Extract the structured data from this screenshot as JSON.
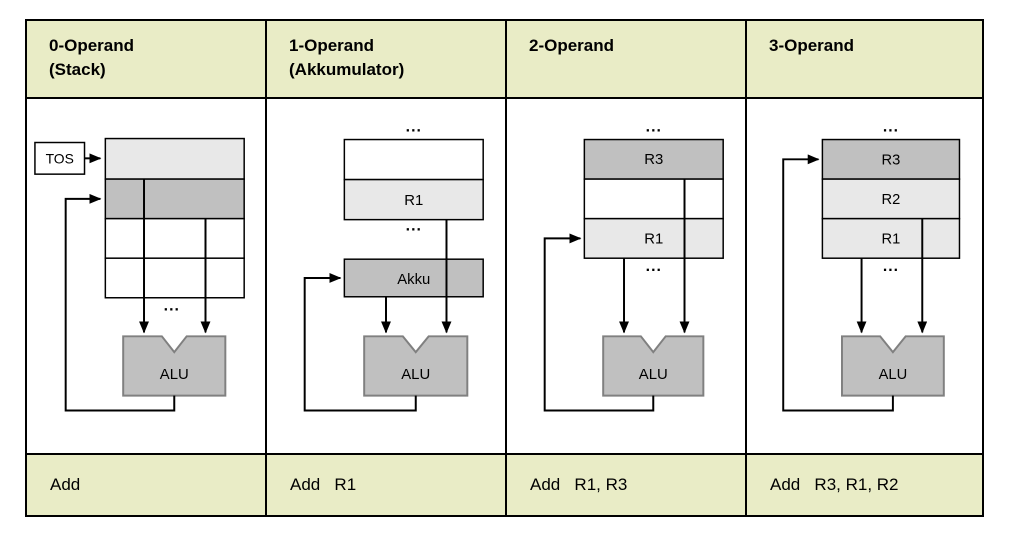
{
  "colors": {
    "header_bg": "#e9ecc6",
    "cell_light": "#e8e8e8",
    "cell_dark": "#c0c0c0",
    "cell_white": "#ffffff",
    "alu_fill": "#c0c0c0",
    "alu_border": "#808080",
    "line": "#000000"
  },
  "columns": [
    {
      "header_lines": [
        "0-Operand",
        "(Stack)"
      ],
      "instruction": "Add",
      "diagram": {
        "tos_label": "TOS",
        "ellipsis_bottom": "...",
        "alu_label": "ALU"
      }
    },
    {
      "header_lines": [
        "1-Operand",
        "(Akkumulator)"
      ],
      "instruction": "Add   R1",
      "diagram": {
        "ellipsis_top": "...",
        "register_labels": [
          "",
          "R1"
        ],
        "ellipsis_mid": "...",
        "akku_label": "Akku",
        "alu_label": "ALU"
      }
    },
    {
      "header_lines": [
        "2-Operand"
      ],
      "instruction": "Add   R1, R3",
      "diagram": {
        "ellipsis_top": "...",
        "register_labels": [
          "R3",
          "",
          "R1"
        ],
        "ellipsis_mid": "...",
        "alu_label": "ALU"
      }
    },
    {
      "header_lines": [
        "3-Operand"
      ],
      "instruction": "Add   R3, R1, R2",
      "diagram": {
        "ellipsis_top": "...",
        "register_labels": [
          "R3",
          "R2",
          "R1"
        ],
        "ellipsis_mid": "...",
        "alu_label": "ALU"
      }
    }
  ]
}
